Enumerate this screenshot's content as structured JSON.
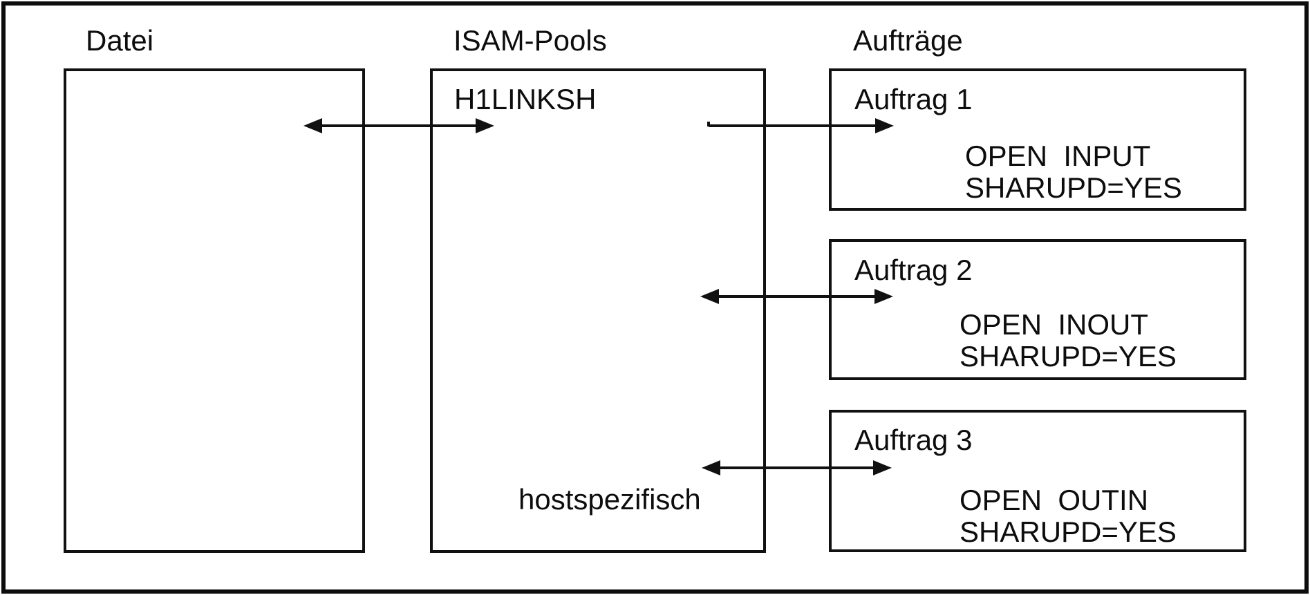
{
  "diagram": {
    "columns": {
      "datei_label": "Datei",
      "isam_label": "ISAM-Pools",
      "auftraege_label": "Aufträge"
    },
    "isam_pool": {
      "pool_name": "H1LINKSH",
      "scope_note": "hostspezifisch"
    },
    "auftraege": [
      {
        "title": "Auftrag 1",
        "open_line": "OPEN  INPUT",
        "sharupd_line": "SHARUPD=YES"
      },
      {
        "title": "Auftrag 2",
        "open_line": "OPEN  INOUT",
        "sharupd_line": "SHARUPD=YES"
      },
      {
        "title": "Auftrag 3",
        "open_line": "OPEN  OUTIN",
        "sharupd_line": "SHARUPD=YES"
      }
    ],
    "colors": {
      "ink": "#0d0d0d",
      "background": "#ffffff"
    }
  }
}
